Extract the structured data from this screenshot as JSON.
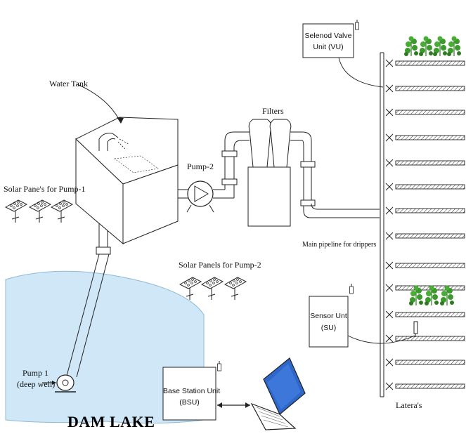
{
  "labels": {
    "water_tank": "Water Tank",
    "filters": "Filters",
    "pump2": "Pump-2",
    "solar_pump1": "Solar Pane's for Pump-1",
    "solar_pump2": "Solar Panels for Pump-2",
    "main_pipeline": "Main pipeline for drippers",
    "pump1_line1": "Pump 1",
    "pump1_line2": "(deep well)",
    "dam_lake": "DAM LAKE",
    "laterals": "Latera's"
  },
  "units": {
    "valve_line1": "Selenod Valve",
    "valve_line2": "Unit (VU)",
    "sensor_line1": "Sensor Unt",
    "sensor_line2": "(SU)",
    "base_line1": "Base Station Unit",
    "base_line2": "(BSU)"
  },
  "colors": {
    "water": "#cfe7f7",
    "line": "#222222",
    "plant": "#3a9a2a",
    "laptop_screen": "#2f66c9",
    "laptop_body": "#ffffff"
  },
  "icons": [
    "plant-icon",
    "laptop-icon",
    "solar-panel-icon",
    "antenna-icon",
    "pump-icon",
    "dripper-icon"
  ]
}
